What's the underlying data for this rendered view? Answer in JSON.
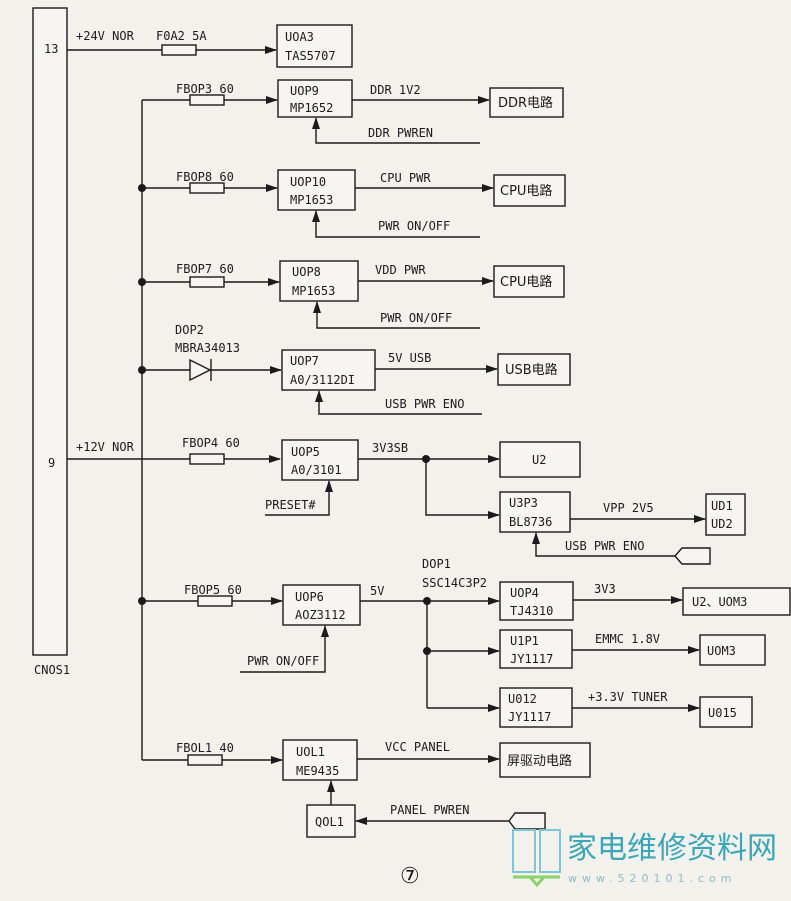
{
  "connector": {
    "name": "CNOS1",
    "pin_24v": "13",
    "pin_12v": "9"
  },
  "rails": {
    "v24": "+24V NOR",
    "v12": "+12V NOR"
  },
  "fuses": {
    "f0a2": "F0A2 5A",
    "fbop3": "FBOP3 60",
    "fbop8": "FBOP8 60",
    "fbop7": "FBOP7 60",
    "fbop4": "FBOP4 60",
    "fbop5": "FBOP5 60",
    "fbol1": "FBOL1 40"
  },
  "diodes": {
    "dop2_ref": "DOP2",
    "dop2_part": "MBRA34013",
    "dop1_ref": "DOP1",
    "dop1_part": "SSC14C3P2"
  },
  "chips": {
    "uoa3": [
      "UOA3",
      "TAS5707"
    ],
    "uop9": [
      "UOP9",
      "MP1652"
    ],
    "uop10": [
      "UOP10",
      "MP1653"
    ],
    "uop8": [
      "UOP8",
      "MP1653"
    ],
    "uop7": [
      "UOP7",
      "A0/3112DI"
    ],
    "uop5": [
      "UOP5",
      "A0/3101"
    ],
    "u3p3": [
      "U3P3",
      "BL8736"
    ],
    "uop6": [
      "UOP6",
      "AOZ3112"
    ],
    "uop4": [
      "UOP4",
      "TJ4310"
    ],
    "u1p1": [
      "U1P1",
      "JY1117"
    ],
    "u012": [
      "U012",
      "JY1117"
    ],
    "uol1": [
      "UOL1",
      "ME9435"
    ],
    "qol1": "QOL1"
  },
  "loads": {
    "ddr": "DDR电路",
    "cpu1": "CPU电路",
    "cpu2": "CPU电路",
    "usb": "USB电路",
    "u2": "U2",
    "ud1": "UD1",
    "ud2": "UD2",
    "u2uom3": "U2、UOM3",
    "uom3": "UOM3",
    "u015": "U015",
    "panel": "屏驱动电路"
  },
  "signals": {
    "ddr_1v2": "DDR 1V2",
    "ddr_pwren": "DDR PWREN",
    "cpu_pwr": "CPU PWR",
    "pwr_onoff_1": "PWR ON/OFF",
    "vdd_pwr": "VDD PWR",
    "pwr_onoff_2": "PWR ON/OFF",
    "usb_5v": "5V USB",
    "usb_pwr_eno_1": "USB PWR ENO",
    "v3v3sb": "3V3SB",
    "preset": "PRESET#",
    "vpp_2v5": "VPP 2V5",
    "usb_pwr_eno_2": "USB PWR ENO",
    "v5": "5V",
    "pwr_onoff_3": "PWR ON/OFF",
    "v3v3": "3V3",
    "emmc": "EMMC 1.8V",
    "tuner": "+3.3V TUNER",
    "vcc_panel": "VCC PANEL",
    "panel_pwren": "PANEL PWREN"
  },
  "page_number": "⑦",
  "watermark": {
    "logo_text": "家电维修资料网",
    "url": "www.520101.com"
  }
}
